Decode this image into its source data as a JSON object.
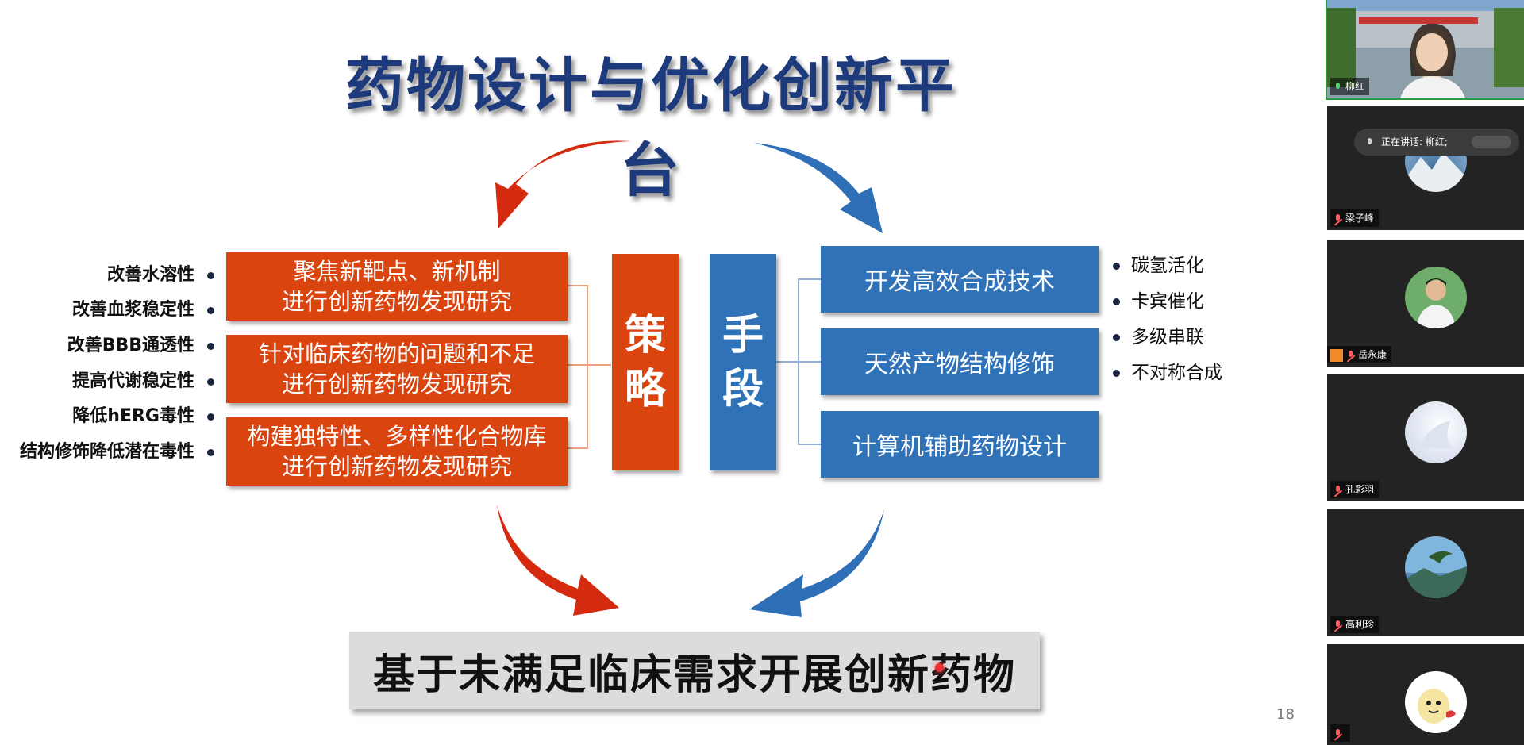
{
  "slide": {
    "title": "药物设计与优化创新平台",
    "strategy_boxes": [
      {
        "line1": "聚焦新靶点、新机制",
        "line2": "进行创新药物发现研究"
      },
      {
        "line1": "针对临床药物的问题和不足",
        "line2": "进行创新药物发现研究"
      },
      {
        "line1": "构建独特性、多样性化合物库",
        "line2": "进行创新药物发现研究"
      }
    ],
    "strategy_label": "策略",
    "means_label": "手段",
    "means_boxes": [
      "开发高效合成技术",
      "天然产物结构修饰",
      "计算机辅助药物设计"
    ],
    "left_bullets": [
      "改善水溶性",
      "改善血浆稳定性",
      "改善BBB通透性",
      "提高代谢稳定性",
      "降低hERG毒性",
      "结构修饰降低潜在毒性"
    ],
    "right_bullets": [
      "碳氢活化",
      "卡宾催化",
      "多级串联",
      "不对称合成"
    ],
    "bottom_banner": "基于未满足临床需求开展创新药物",
    "page_number": "18",
    "colors": {
      "title": "#1d3a7d",
      "strategy": "#d9440f",
      "means": "#2f72b8",
      "arrow_red": "#d42a10",
      "arrow_blue": "#2e6fb7"
    }
  },
  "sidebar": {
    "speaker_banner": "正在讲话: 柳红;",
    "participants": [
      {
        "name": "柳红",
        "mic": "on"
      },
      {
        "name": "梁子峰",
        "mic": "muted"
      },
      {
        "name": "岳永康",
        "mic": "muted"
      },
      {
        "name": "孔彩羽",
        "mic": "muted"
      },
      {
        "name": "高利珍",
        "mic": "muted"
      },
      {
        "name": "",
        "mic": "muted"
      }
    ]
  }
}
